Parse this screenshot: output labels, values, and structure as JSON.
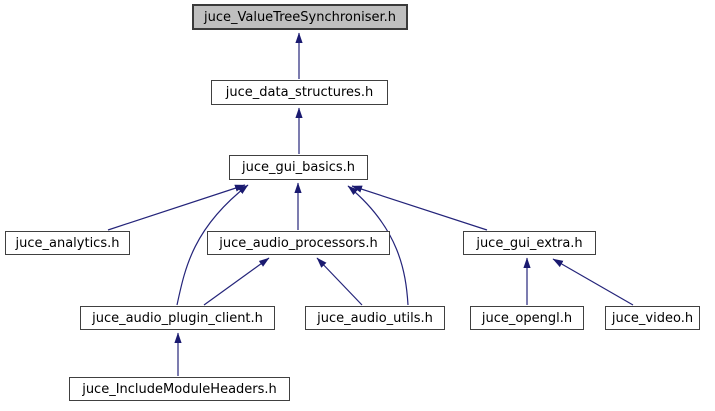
{
  "diagram": {
    "type": "include-dependency-graph",
    "nodes": [
      {
        "label": "juce_ValueTreeSynchroniser.h",
        "current": true
      },
      {
        "label": "juce_data_structures.h"
      },
      {
        "label": "juce_gui_basics.h"
      },
      {
        "label": "juce_analytics.h"
      },
      {
        "label": "juce_audio_processors.h"
      },
      {
        "label": "juce_gui_extra.h"
      },
      {
        "label": "juce_audio_plugin_client.h"
      },
      {
        "label": "juce_audio_utils.h"
      },
      {
        "label": "juce_opengl.h"
      },
      {
        "label": "juce_video.h"
      },
      {
        "label": "juce_IncludeModuleHeaders.h"
      }
    ],
    "edges": [
      {
        "from": "juce_data_structures.h",
        "to": "juce_ValueTreeSynchroniser.h"
      },
      {
        "from": "juce_gui_basics.h",
        "to": "juce_data_structures.h"
      },
      {
        "from": "juce_analytics.h",
        "to": "juce_gui_basics.h"
      },
      {
        "from": "juce_audio_processors.h",
        "to": "juce_gui_basics.h"
      },
      {
        "from": "juce_audio_plugin_client.h",
        "to": "juce_gui_basics.h"
      },
      {
        "from": "juce_audio_utils.h",
        "to": "juce_gui_basics.h"
      },
      {
        "from": "juce_gui_extra.h",
        "to": "juce_gui_basics.h"
      },
      {
        "from": "juce_audio_plugin_client.h",
        "to": "juce_audio_processors.h"
      },
      {
        "from": "juce_audio_utils.h",
        "to": "juce_audio_processors.h"
      },
      {
        "from": "juce_opengl.h",
        "to": "juce_gui_extra.h"
      },
      {
        "from": "juce_video.h",
        "to": "juce_gui_extra.h"
      },
      {
        "from": "juce_IncludeModuleHeaders.h",
        "to": "juce_audio_plugin_client.h"
      }
    ],
    "colors": {
      "edge": "#24247a",
      "arrowhead": "#1a1a70",
      "node_fill": "#ffffff",
      "node_border": "#404040",
      "highlight_fill": "#bfbfbf",
      "highlight_border": "#3a3a3a",
      "background": "#ffffff"
    }
  }
}
